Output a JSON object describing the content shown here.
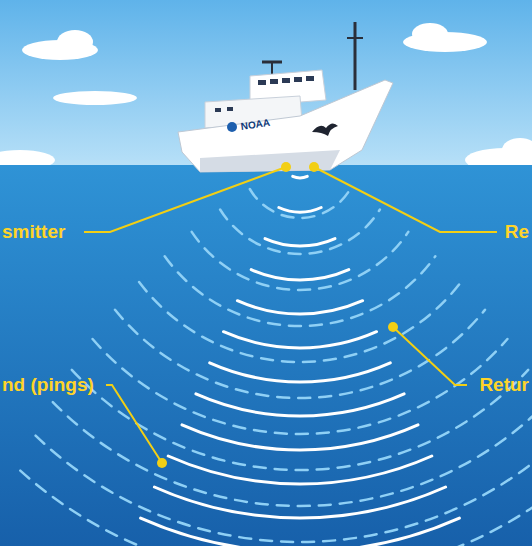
{
  "diagram": {
    "labels": [
      "NOAA",
      "smitter",
      "Re",
      "nd (pings)",
      "Retur"
    ]
  }
}
